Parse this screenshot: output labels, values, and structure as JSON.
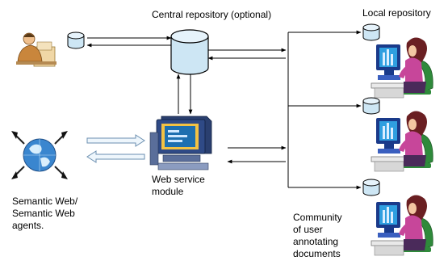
{
  "labels": {
    "central_repository": "Central repository (optional)",
    "local_repository": "Local repository",
    "web_service_module": "Web service\nmodule",
    "semantic_web_agents": "Semantic Web/\nSemantic Web\nagents.",
    "community": "Community\nof user\nannotating\ndocuments"
  },
  "icons": {
    "admin": "person-at-desk-icon",
    "small_db": "database-icon",
    "central_db": "database-cylinder-icon",
    "globe": "globe-network-icon",
    "server": "computer-terminal-icon",
    "user": "woman-at-computer-icon"
  },
  "colors": {
    "cylinder_fill": "#cde6f4",
    "monitor_body": "#1a3a8a",
    "screen": "#2f9fe0",
    "hair": "#6a1f22",
    "shirt": "#c7469a",
    "chair": "#2f8a3b"
  }
}
